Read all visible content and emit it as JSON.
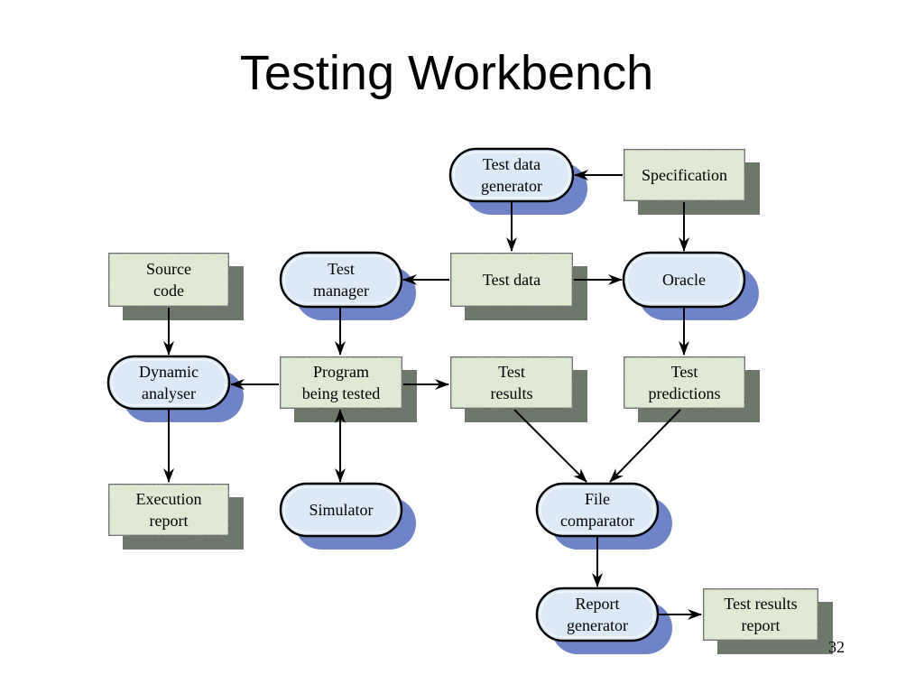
{
  "slide": {
    "title": "Testing Workbench",
    "page_number": "32"
  },
  "colors": {
    "process_fill": "#dceaf7",
    "process_shadow": "#6f84c8",
    "data_fill": "#d8e4c8",
    "data_shadow": "#6e786a",
    "stroke": "#000000"
  },
  "nodes": {
    "spec": {
      "kind": "data",
      "lines": [
        "Specification"
      ]
    },
    "tdg": {
      "kind": "process",
      "lines": [
        "Test data",
        "generator"
      ]
    },
    "testdata": {
      "kind": "data",
      "lines": [
        "Test data"
      ]
    },
    "oracle": {
      "kind": "process",
      "lines": [
        "Oracle"
      ]
    },
    "testmgr": {
      "kind": "process",
      "lines": [
        "Test",
        "manager"
      ]
    },
    "source": {
      "kind": "data",
      "lines": [
        "Source",
        "code"
      ]
    },
    "dynamic": {
      "kind": "process",
      "lines": [
        "Dynamic",
        "analyser"
      ]
    },
    "program": {
      "kind": "data",
      "lines": [
        "Program",
        "being tested"
      ]
    },
    "results": {
      "kind": "data",
      "lines": [
        "Test",
        "results"
      ]
    },
    "predictions": {
      "kind": "data",
      "lines": [
        "Test",
        "predictions"
      ]
    },
    "execution": {
      "kind": "data",
      "lines": [
        "Execution",
        "report"
      ]
    },
    "simulator": {
      "kind": "process",
      "lines": [
        "Simulator"
      ]
    },
    "comparator": {
      "kind": "process",
      "lines": [
        "File",
        "comparator"
      ]
    },
    "reportgen": {
      "kind": "process",
      "lines": [
        "Report",
        "generator"
      ]
    },
    "resultsreport": {
      "kind": "data",
      "lines": [
        "Test results",
        "report"
      ]
    }
  },
  "edges": [
    {
      "from": "spec",
      "to": "tdg"
    },
    {
      "from": "spec",
      "to": "oracle"
    },
    {
      "from": "tdg",
      "to": "testdata"
    },
    {
      "from": "testdata",
      "to": "testmgr"
    },
    {
      "from": "testdata",
      "to": "oracle"
    },
    {
      "from": "testmgr",
      "to": "program"
    },
    {
      "from": "source",
      "to": "dynamic"
    },
    {
      "from": "program",
      "to": "dynamic"
    },
    {
      "from": "program",
      "to": "results"
    },
    {
      "from": "program",
      "to": "simulator",
      "bidirectional": true
    },
    {
      "from": "oracle",
      "to": "predictions"
    },
    {
      "from": "dynamic",
      "to": "execution"
    },
    {
      "from": "results",
      "to": "comparator"
    },
    {
      "from": "predictions",
      "to": "comparator"
    },
    {
      "from": "comparator",
      "to": "reportgen"
    },
    {
      "from": "reportgen",
      "to": "resultsreport"
    }
  ]
}
